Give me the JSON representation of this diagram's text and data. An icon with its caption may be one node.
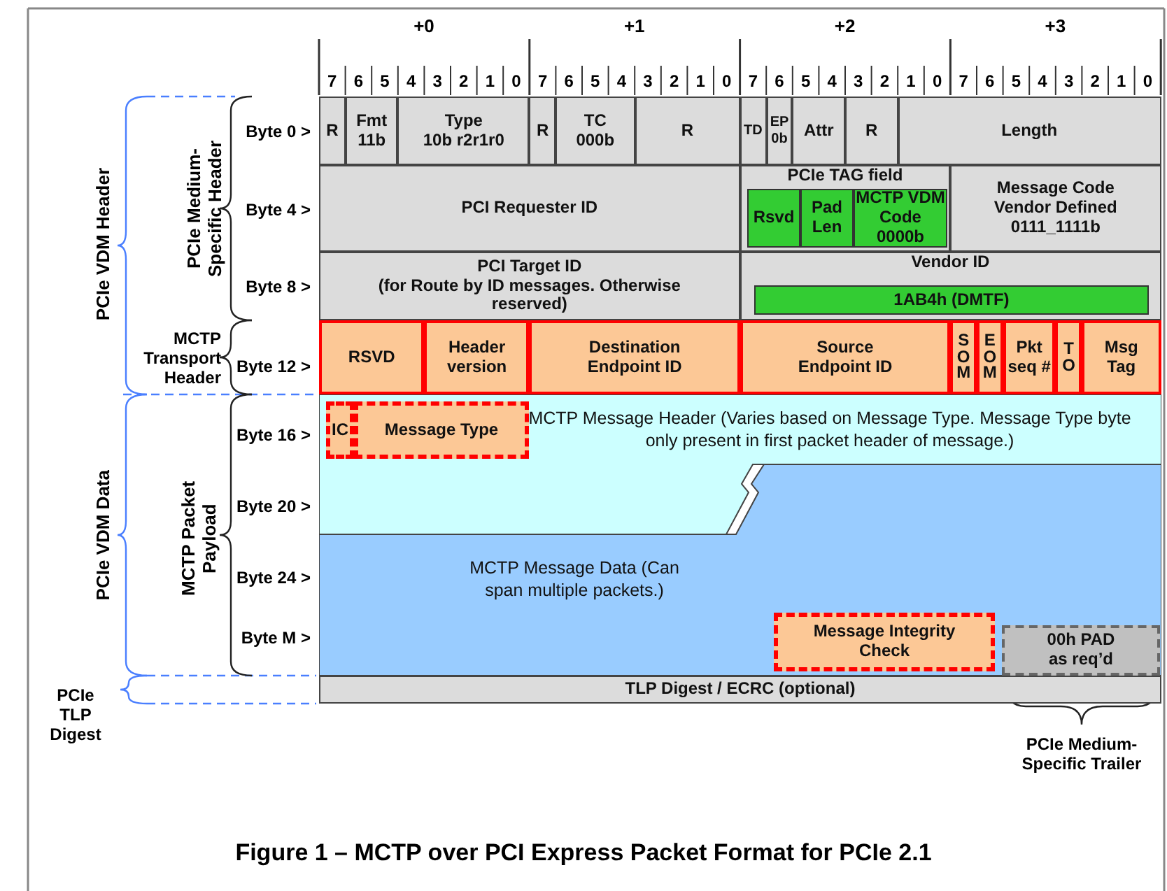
{
  "diagram": {
    "caption": "Figure 1 – MCTP over PCI Express Packet Format for PCIe 2.1",
    "nodes": [
      {
        "text": [
          "R"
        ]
      },
      {
        "text": [
          "Fmt",
          "11b"
        ]
      },
      {
        "text": [
          "Type",
          "10b r2r1r0"
        ]
      },
      {
        "text": [
          "R"
        ]
      },
      {
        "text": [
          "TC",
          "000b"
        ]
      },
      {
        "text": [
          "R"
        ]
      },
      {
        "text": [
          "TD"
        ]
      },
      {
        "text": [
          "EP",
          "0b"
        ]
      },
      {
        "text": [
          "Attr"
        ]
      },
      {
        "text": [
          "R"
        ]
      },
      {
        "text": [
          "Length"
        ]
      },
      {
        "text": [
          "PCI Requester ID"
        ]
      },
      {
        "text": [
          "PCIe TAG field"
        ]
      },
      {
        "text": [
          "Rsvd"
        ],
        "in": 12
      },
      {
        "text": [
          "Pad Len"
        ],
        "in": 12
      },
      {
        "text": [
          "MCTP VDM Code",
          "0000b"
        ],
        "in": 12
      },
      {
        "text": [
          "Message Code",
          "Vendor Defined",
          "0111_1111b"
        ]
      },
      {
        "text": [
          "PCI Target ID",
          "(for Route by ID messages. Otherwise reserved)"
        ]
      },
      {
        "text": [
          "Vendor ID"
        ]
      },
      {
        "text": [
          "1AB4h (DMTF)"
        ],
        "in": 18
      },
      {
        "text": [
          "RSVD"
        ]
      },
      {
        "text": [
          "Header version"
        ]
      },
      {
        "text": [
          "Destination Endpoint ID"
        ]
      },
      {
        "text": [
          "Source Endpoint ID"
        ]
      },
      {
        "text": [
          "SOM"
        ]
      },
      {
        "text": [
          "EOM"
        ]
      },
      {
        "text": [
          "Pkt seq #"
        ]
      },
      {
        "text": [
          "TO"
        ]
      },
      {
        "text": [
          "Msg Tag"
        ]
      },
      {
        "text": [
          "MCTP Message Header (Varies based on Message Type. Message Type byte only present in first packet header of message.)"
        ]
      },
      {
        "text": [
          "IC"
        ],
        "in": 29
      },
      {
        "text": [
          "Message Type"
        ],
        "in": 29
      },
      {
        "text": [
          "MCTP Message Data (Can span multiple packets.)"
        ]
      },
      {
        "text": [
          "Message Integrity Check"
        ],
        "in": 32
      },
      {
        "text": [
          "00h PAD as req’d"
        ],
        "in": 32
      },
      {
        "text": [
          "TLP Digest / ECRC (optional)"
        ]
      }
    ],
    "labels": [
      "+0",
      "+1",
      "+2",
      "+3",
      "7",
      "6",
      "5",
      "4",
      "3",
      "2",
      "1",
      "0",
      "7",
      "6",
      "5",
      "4",
      "3",
      "2",
      "1",
      "0",
      "7",
      "6",
      "5",
      "4",
      "3",
      "2",
      "1",
      "0",
      "7",
      "6",
      "5",
      "4",
      "3",
      "2",
      "1",
      "0",
      "PCIe VDM Header",
      "PCIe Medium-Specific Header",
      "Byte 0 >",
      "Byte 4 >",
      "Byte 8 >",
      "MCTP Transport Header",
      "Byte 12 >",
      "PCIe VDM Data",
      "MCTP Packet Payload",
      "Byte 16 >",
      "Byte 20 >",
      "Byte 24 >",
      "Byte M >",
      "PCIe TLP Digest",
      "PCIe Medium-Specific Trailer"
    ]
  }
}
